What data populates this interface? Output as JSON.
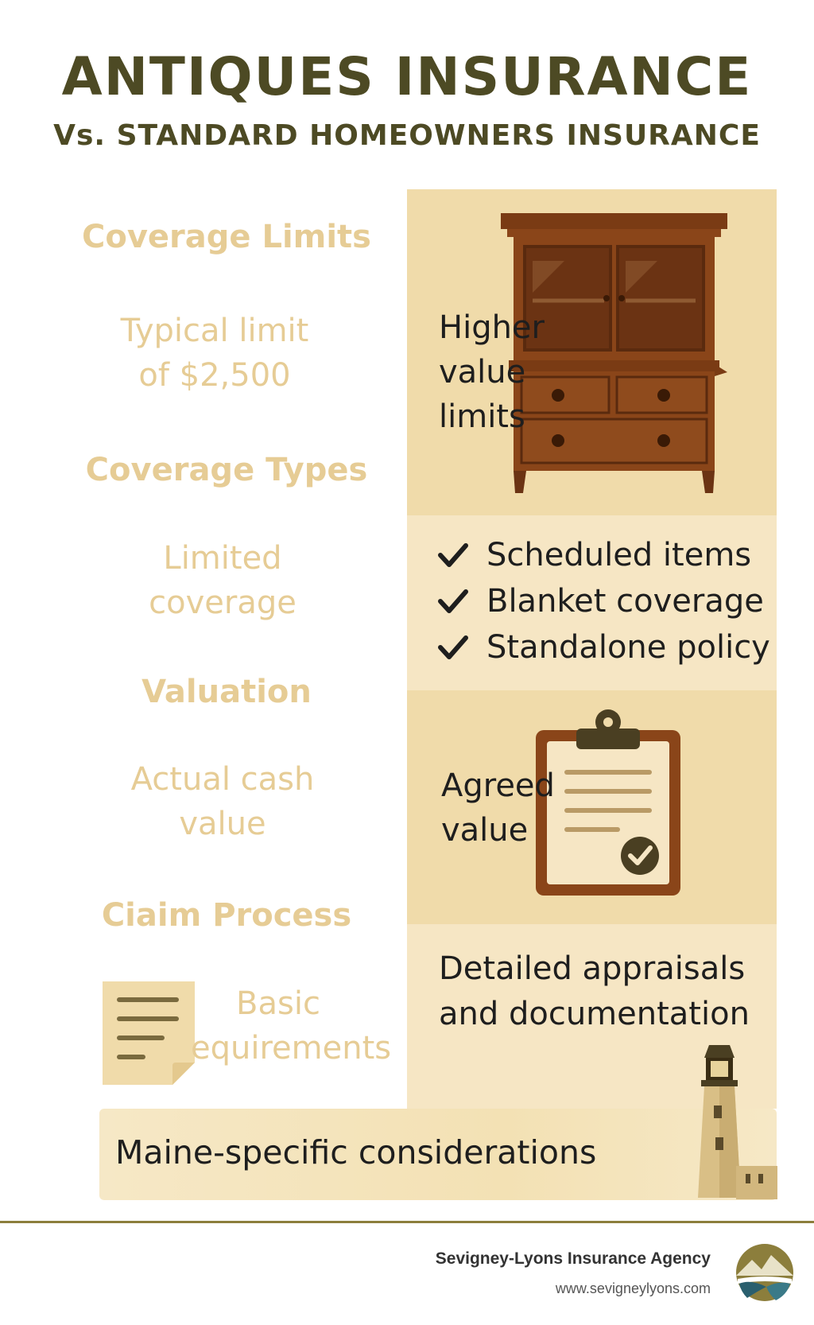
{
  "header": {
    "title": "ANTIQUES INSURANCE",
    "subtitle": "Vs. STANDARD HOMEOWNERS INSURANCE"
  },
  "left_column": {
    "coverage_limits_heading": "Coverage Limits",
    "coverage_limits_line1": "Typical limit",
    "coverage_limits_line2": "of $2,500",
    "coverage_types_heading": "Coverage Types",
    "coverage_types_line1": "Limited",
    "coverage_types_line2": "coverage",
    "valuation_heading": "Valuation",
    "valuation_line1": "Actual cash",
    "valuation_line2": "value",
    "claim_heading": "Ciaim Process",
    "claim_line1": "Basic",
    "claim_line2": "equirements"
  },
  "right_column": {
    "limits_line1": "Higher",
    "limits_line2": "value",
    "limits_line3": "limits",
    "types": [
      "Scheduled items",
      "Blanket coverage",
      "Standalone policy"
    ],
    "valuation_line1": "Agreed",
    "valuation_line2": "value",
    "claim_line1": "Detailed appraisals",
    "claim_line2": "and documentation"
  },
  "footer_band": {
    "text": "Maine-specific considerations"
  },
  "footer": {
    "agency": "Sevigney-Lyons Insurance Agency",
    "website": "www.sevigneylyons.com"
  },
  "icons": {
    "cabinet": "cabinet-icon",
    "clipboard": "clipboard-icon",
    "document": "document-icon",
    "lighthouse": "lighthouse-icon",
    "check": "check-icon",
    "logo": "mountain-logo-icon"
  },
  "colors": {
    "title": "#4d4a24",
    "left_label": "#e6cc95",
    "panel_dark": "#f0dbaa",
    "panel_light": "#f6e6c4",
    "wood": "#8a4519",
    "divider": "#8c7e3c"
  }
}
